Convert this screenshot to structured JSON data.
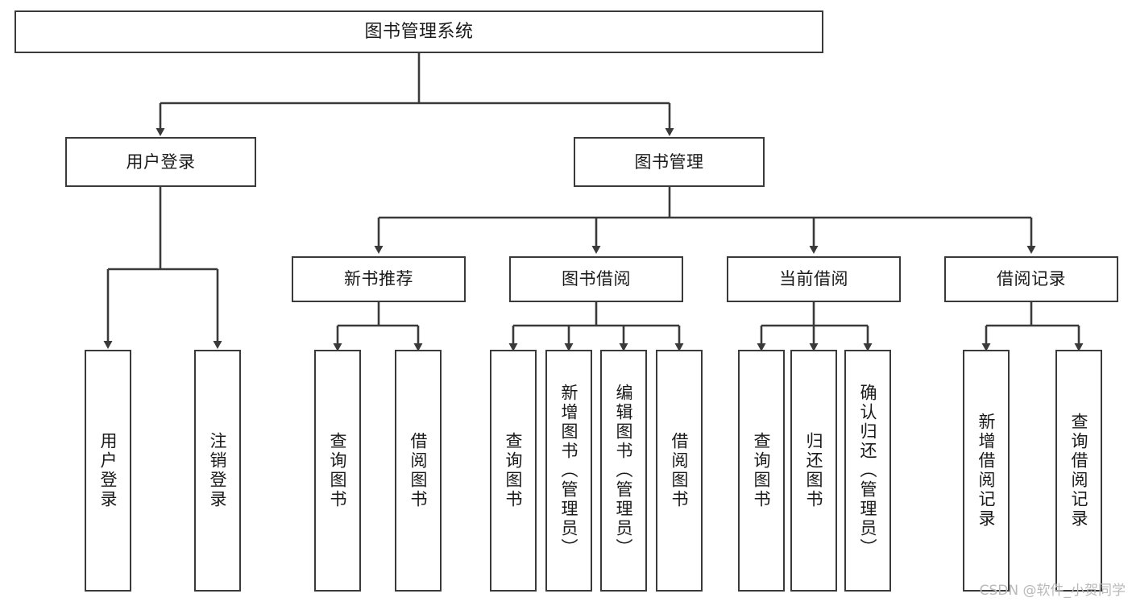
{
  "diagram": {
    "title": "图书管理系统",
    "watermark": "CSDN @软件_小贺同学",
    "colors": {
      "stroke": "#3a3a3a",
      "fill": "#ffffff",
      "text": "#1a1a1a",
      "watermark": "#b9b9b9"
    },
    "nodes": {
      "root": {
        "label": "图书管理系统"
      },
      "level2": [
        {
          "label": "用户登录"
        },
        {
          "label": "图书管理"
        }
      ],
      "level3": [
        {
          "label": "新书推荐"
        },
        {
          "label": "图书借阅"
        },
        {
          "label": "当前借阅"
        },
        {
          "label": "借阅记录"
        }
      ],
      "leaves_user_login": [
        {
          "label": "用户登录"
        },
        {
          "label": "注销登录"
        }
      ],
      "leaves_new_book": [
        {
          "label": "查询图书"
        },
        {
          "label": "借阅图书"
        }
      ],
      "leaves_borrow": [
        {
          "label": "查询图书"
        },
        {
          "label": "新增图书（管理员）"
        },
        {
          "label": "编辑图书（管理员）"
        },
        {
          "label": "借阅图书"
        }
      ],
      "leaves_current": [
        {
          "label": "查询图书"
        },
        {
          "label": "归还图书"
        },
        {
          "label": "确认归还（管理员）"
        }
      ],
      "leaves_records": [
        {
          "label": "新增借阅记录"
        },
        {
          "label": "查询借阅记录"
        }
      ]
    }
  }
}
